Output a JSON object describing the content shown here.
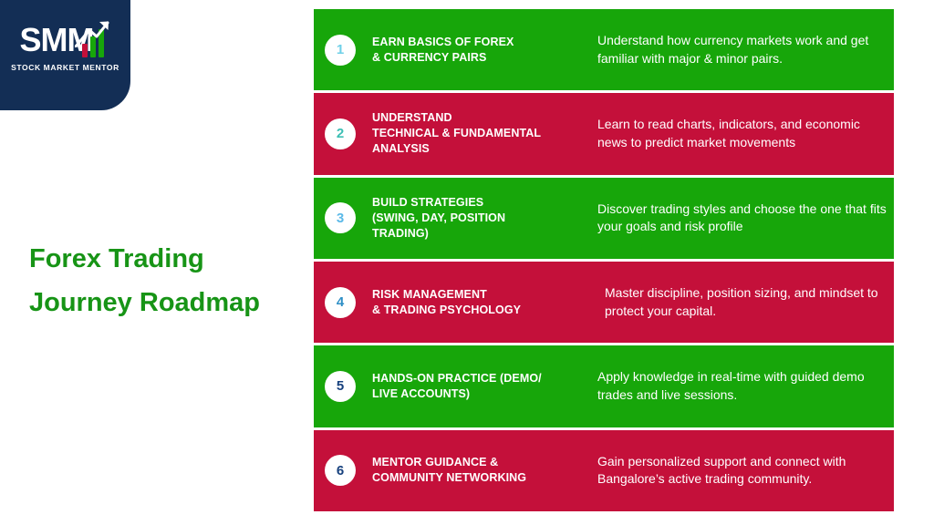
{
  "brand": {
    "logo_text": "SMM",
    "tagline": "STOCK  MARKET  MENTOR",
    "panel_color": "#132E55",
    "bar_colors": [
      "#C4103A",
      "#17A60A",
      "#17A60A"
    ]
  },
  "headline": {
    "line1": "Forex Trading",
    "line2": "Journey Roadmap",
    "color": "#179416"
  },
  "palette": {
    "green": "#17A60A",
    "red": "#C4103A",
    "badge_bg": "#ffffff",
    "text": "#ffffff"
  },
  "roadmap": {
    "steps": [
      {
        "number": "1",
        "number_color": "#6FD0E8",
        "band": "green",
        "title": "EARN BASICS OF FOREX\n& CURRENCY PAIRS",
        "description": "Understand how currency markets work and get familiar with major & minor pairs.",
        "desc_indented": false
      },
      {
        "number": "2",
        "number_color": "#3CBFB4",
        "band": "red",
        "title": "UNDERSTAND\nTECHNICAL & FUNDAMENTAL\nANALYSIS",
        "description": "Learn to read charts, indicators, and economic news to predict market movements",
        "desc_indented": false
      },
      {
        "number": "3",
        "number_color": "#5BB9E8",
        "band": "green",
        "title": "BUILD STRATEGIES\n(SWING, DAY, POSITION\nTRADING)",
        "description": "Discover trading styles and choose the one that fits your goals and risk profile",
        "desc_indented": false
      },
      {
        "number": "4",
        "number_color": "#2E8FC6",
        "band": "red",
        "title": "RISK MANAGEMENT\n& TRADING PSYCHOLOGY",
        "description": " Master discipline, position sizing, and mindset to protect your capital.",
        "desc_indented": true
      },
      {
        "number": "5",
        "number_color": "#17417E",
        "band": "green",
        "title": "HANDS-ON PRACTICE (DEMO/\nLIVE ACCOUNTS)",
        "description": "Apply knowledge in real-time with guided demo trades and live sessions.",
        "desc_indented": false
      },
      {
        "number": "6",
        "number_color": "#17417E",
        "band": "red",
        "title": "MENTOR GUIDANCE &\nCOMMUNITY NETWORKING",
        "description": "Gain personalized support and connect with Bangalore’s active trading community.",
        "desc_indented": false
      }
    ]
  }
}
